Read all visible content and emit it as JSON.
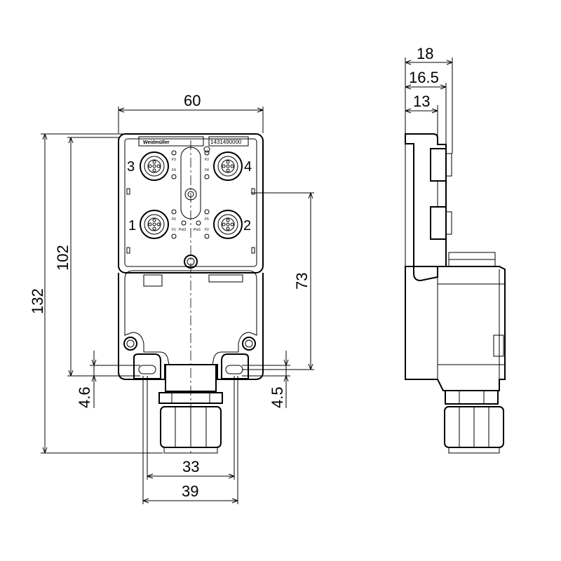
{
  "dimensions": {
    "width_60": "60",
    "height_132": "132",
    "height_102": "102",
    "height_73": "73",
    "offset_4_6": "4.6",
    "offset_4_5": "4.5",
    "hole_spacing_33": "33",
    "width_39": "39",
    "depth_18": "18",
    "depth_16_5": "16.5",
    "depth_13": "13"
  },
  "labels": {
    "brand": "Weidmüller",
    "part_number": "1431490000",
    "port_1": "1",
    "port_2": "2",
    "port_3": "3",
    "port_4": "4",
    "pot1": "Pot1",
    "pot2": "Pot2",
    "f1": "F1",
    "f2": "F2",
    "f3": "F3",
    "f4": "F4",
    "f5": "F5",
    "f6": "F6"
  }
}
